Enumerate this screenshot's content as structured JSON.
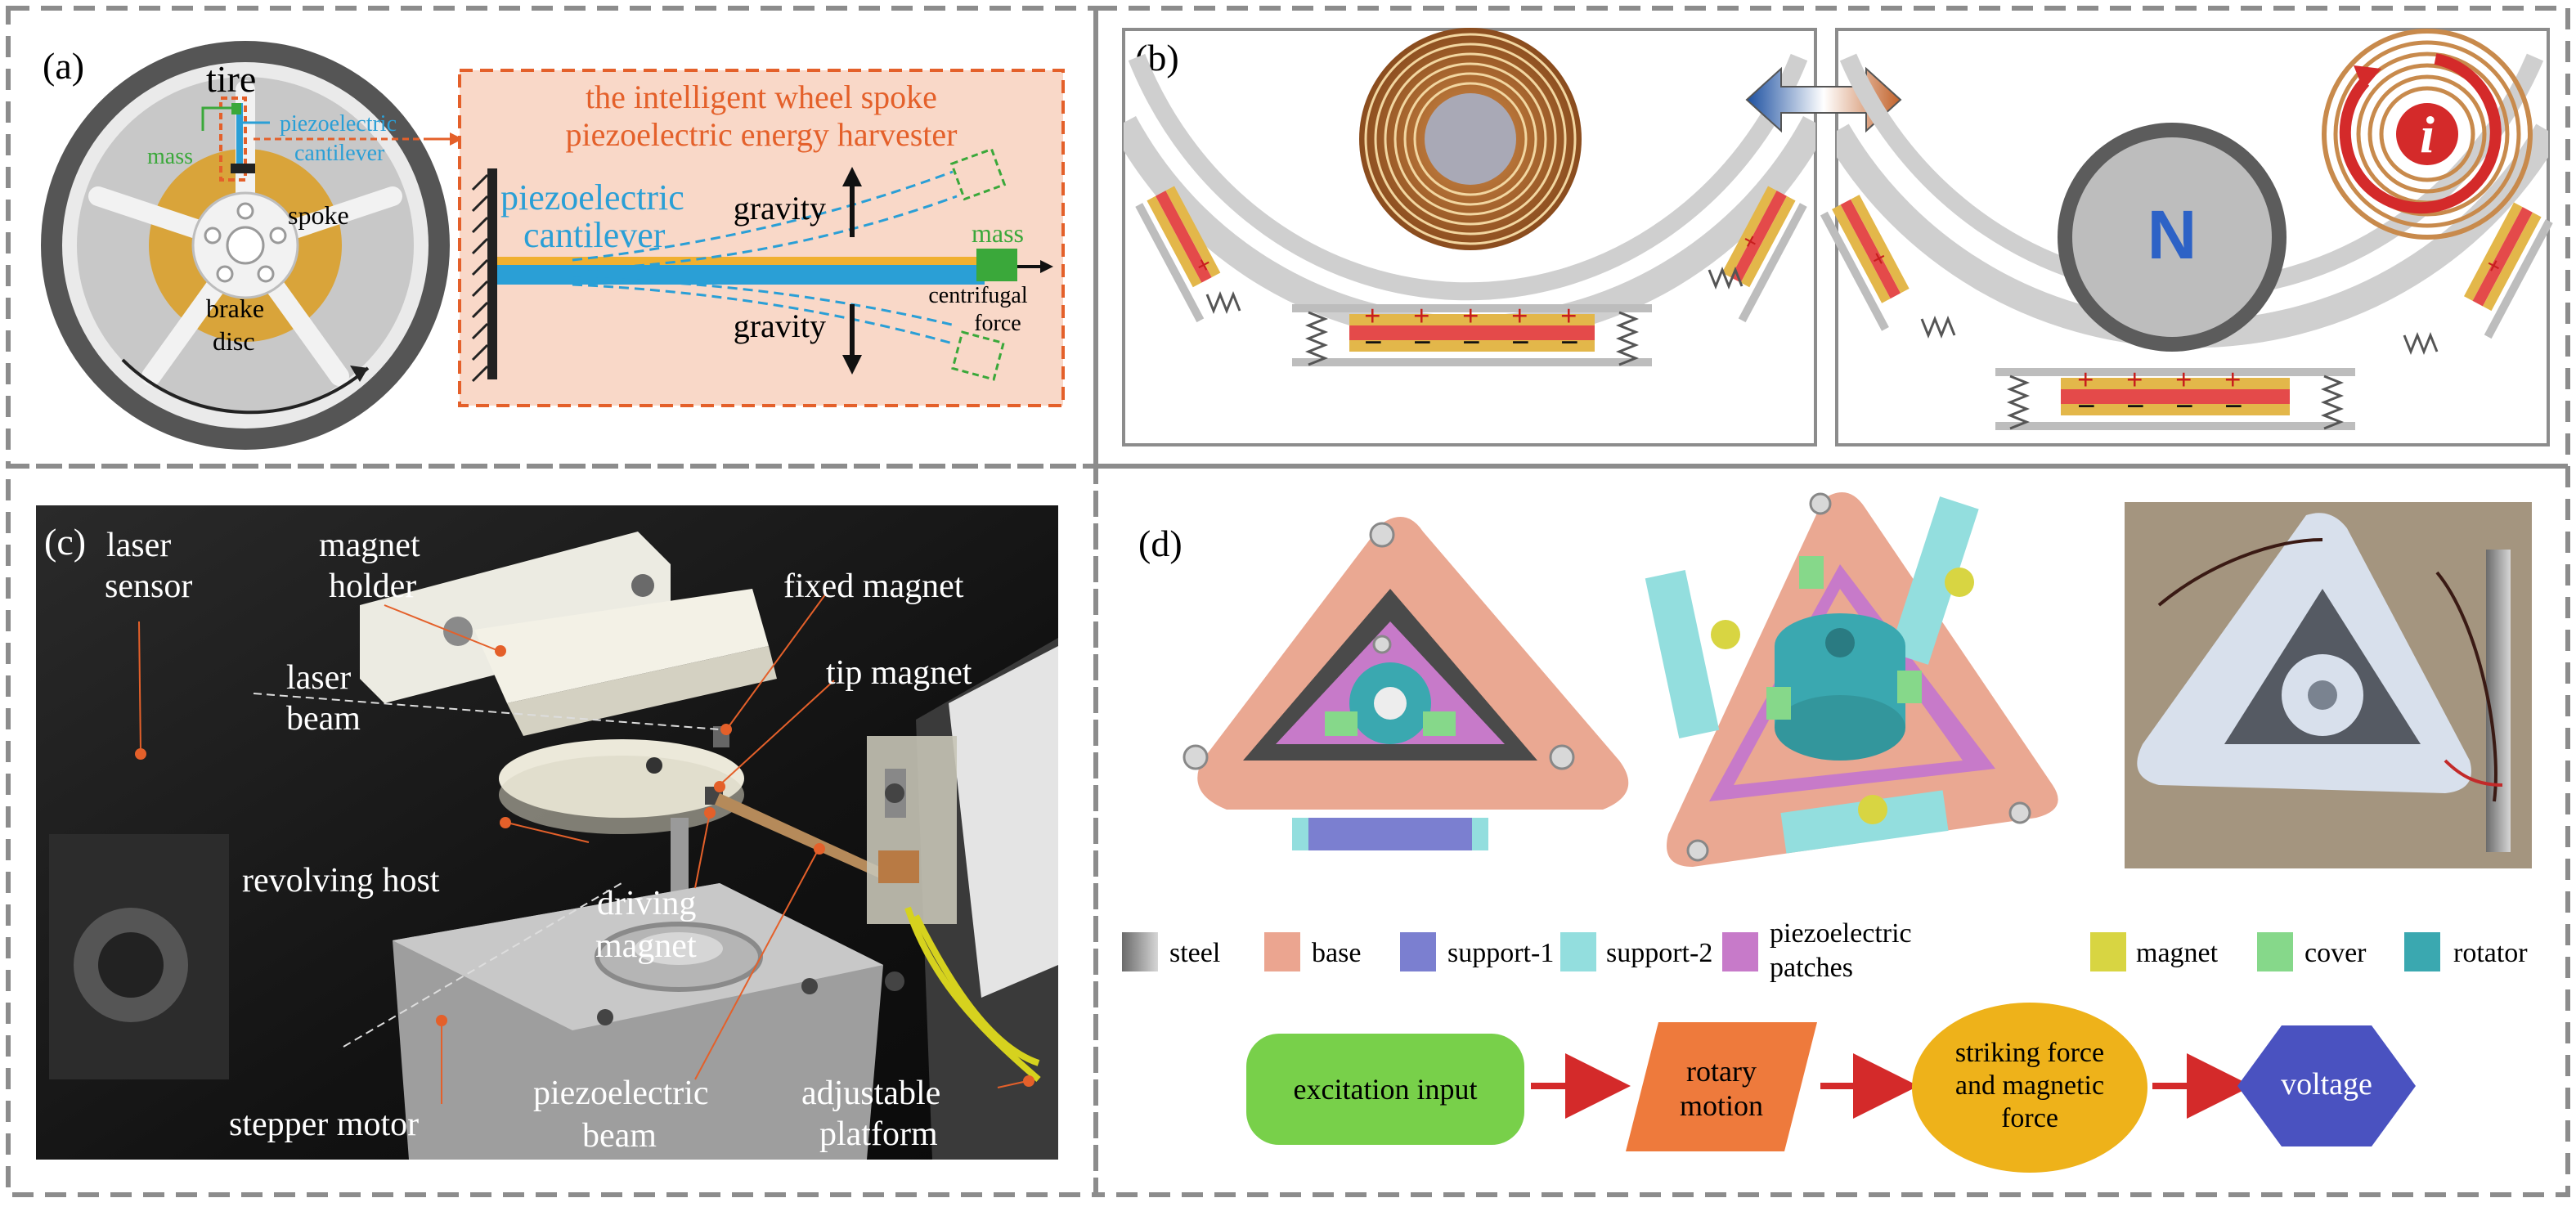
{
  "panel_a": {
    "label": "(a)",
    "wheel": {
      "tire": "tire",
      "mass": "mass",
      "piezo_line1": "piezoelectric",
      "piezo_line2": "cantilever",
      "spoke": "spoke",
      "brake_line1": "brake",
      "brake_line2": "disc"
    },
    "harvester": {
      "title_line1": "the intelligent wheel spoke",
      "title_line2": "piezoelectric energy harvester",
      "cantilever_line1": "piezoelectric",
      "cantilever_line2": "cantilever",
      "gravity_up": "gravity",
      "gravity_down": "gravity",
      "mass": "mass",
      "centrifugal_line1": "centrifugal",
      "centrifugal_line2": "force"
    }
  },
  "panel_b": {
    "label": "(b)",
    "magnet_pole": "N",
    "current_symbol": "i",
    "plus": "+",
    "minus": "−"
  },
  "panel_c": {
    "label": "(c)",
    "labels": {
      "laser_sensor_1": "laser",
      "laser_sensor_2": "sensor",
      "magnet_holder_1": "magnet",
      "magnet_holder_2": "holder",
      "laser_beam_1": "laser",
      "laser_beam_2": "beam",
      "fixed_magnet": "fixed magnet",
      "tip_magnet": "tip magnet",
      "revolving_host": "revolving host",
      "driving_magnet_1": "driving",
      "driving_magnet_2": "magnet",
      "stepper_motor": "stepper motor",
      "piezo_beam_1": "piezoelectric",
      "piezo_beam_2": "beam",
      "adjustable_platform_1": "adjustable",
      "adjustable_platform_2": "platform"
    }
  },
  "panel_d": {
    "label": "(d)",
    "legend": [
      {
        "name": "steel",
        "color": "#9a9a9a"
      },
      {
        "name": "base",
        "color": "#eba590"
      },
      {
        "name": "support-1",
        "color": "#7b7fd0"
      },
      {
        "name": "support-2",
        "color": "#93dede"
      },
      {
        "name": "piezoelectric patches",
        "line1": "piezoelectric",
        "line2": "patches",
        "color": "#c77ac9"
      },
      {
        "name": "magnet",
        "color": "#d8d542"
      },
      {
        "name": "cover",
        "color": "#86d88a"
      },
      {
        "name": "rotator",
        "color": "#3aa8b0"
      }
    ],
    "flow": {
      "step1": "excitation input",
      "step2_line1": "rotary",
      "step2_line2": "motion",
      "step3_line1": "striking force",
      "step3_line2": "and magnetic",
      "step3_line3": "force",
      "step4": "voltage"
    }
  },
  "colors": {
    "dash_border": "#8c8c8c",
    "orange_accent": "#e4602a",
    "blue_accent": "#2a9fd6",
    "green_accent": "#3aa83a",
    "excitation_green": "#78d04a",
    "rotary_orange": "#ee7a3c",
    "striking_yellow": "#eeb21a",
    "voltage_blue": "#4a52c0",
    "arrow_red": "#d42a2a"
  }
}
